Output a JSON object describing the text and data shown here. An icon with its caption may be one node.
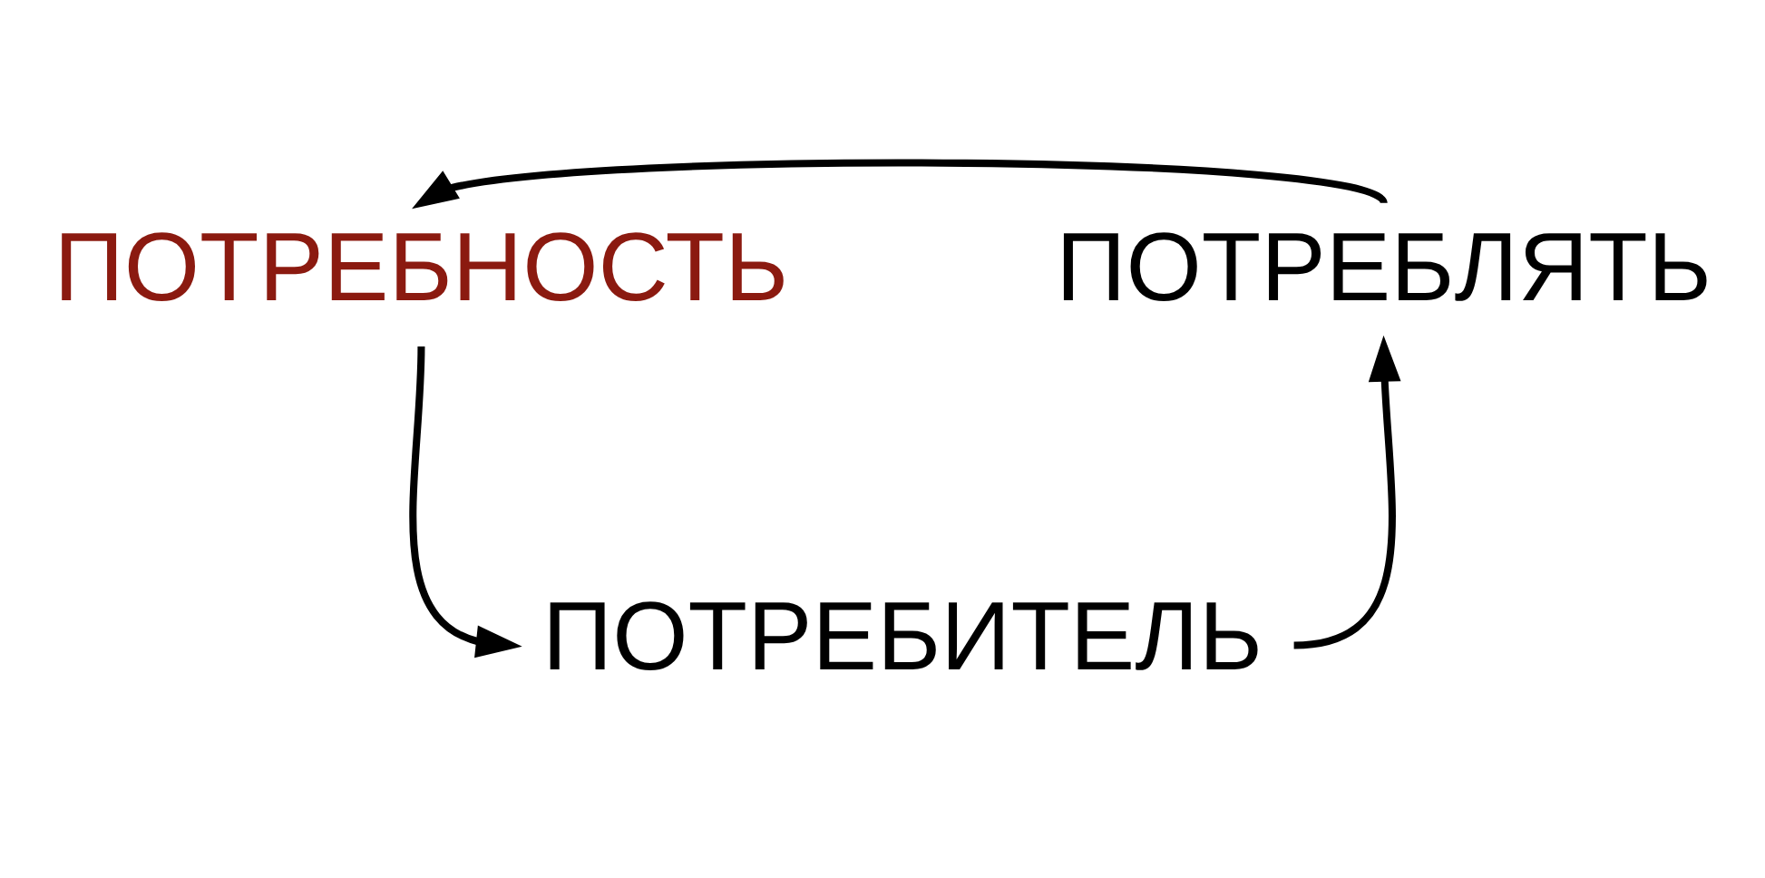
{
  "diagram": {
    "nodes": [
      {
        "text": [
          "ПОТРЕБНОСТЬ"
        ]
      },
      {
        "text": [
          "ПОТРЕБИТЕЛЬ"
        ]
      },
      {
        "text": [
          "ПОТРЕБЛЯТЬ"
        ]
      }
    ],
    "edges": [
      {
        "from": 0,
        "to": 1,
        "arrow": "to"
      },
      {
        "from": 1,
        "to": 2,
        "arrow": "to"
      },
      {
        "from": 2,
        "to": 0,
        "arrow": "to"
      }
    ]
  }
}
